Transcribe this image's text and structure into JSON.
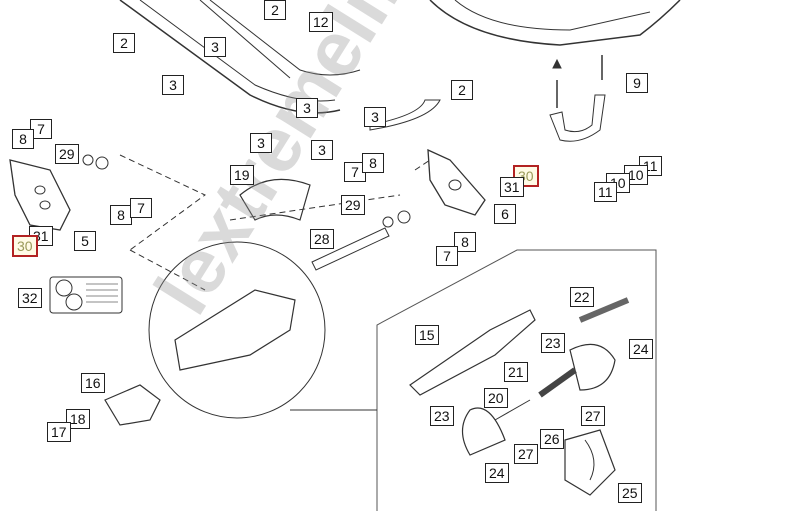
{
  "diagram": {
    "callouts": [
      {
        "n": "2"
      },
      {
        "n": "2"
      },
      {
        "n": "12"
      },
      {
        "n": "3"
      },
      {
        "n": "3"
      },
      {
        "n": "3"
      },
      {
        "n": "3"
      },
      {
        "n": "3"
      },
      {
        "n": "3"
      },
      {
        "n": "2"
      },
      {
        "n": "7"
      },
      {
        "n": "8"
      },
      {
        "n": "29"
      },
      {
        "n": "7"
      },
      {
        "n": "8"
      },
      {
        "n": "19"
      },
      {
        "n": "30",
        "highlight": true
      },
      {
        "n": "31"
      },
      {
        "n": "9"
      },
      {
        "n": "11"
      },
      {
        "n": "10"
      },
      {
        "n": "10"
      },
      {
        "n": "11"
      },
      {
        "n": "8"
      },
      {
        "n": "7"
      },
      {
        "n": "31"
      },
      {
        "n": "5"
      },
      {
        "n": "30",
        "highlight": true
      },
      {
        "n": "29"
      },
      {
        "n": "6"
      },
      {
        "n": "28"
      },
      {
        "n": "8"
      },
      {
        "n": "7"
      },
      {
        "n": "32"
      },
      {
        "n": "22"
      },
      {
        "n": "15"
      },
      {
        "n": "23"
      },
      {
        "n": "24"
      },
      {
        "n": "21"
      },
      {
        "n": "16"
      },
      {
        "n": "20"
      },
      {
        "n": "23"
      },
      {
        "n": "27"
      },
      {
        "n": "18"
      },
      {
        "n": "17"
      },
      {
        "n": "26"
      },
      {
        "n": "27"
      },
      {
        "n": "24"
      },
      {
        "n": "25"
      }
    ],
    "watermark": "lextremelife.ru",
    "highlight_color": "#b22222"
  }
}
